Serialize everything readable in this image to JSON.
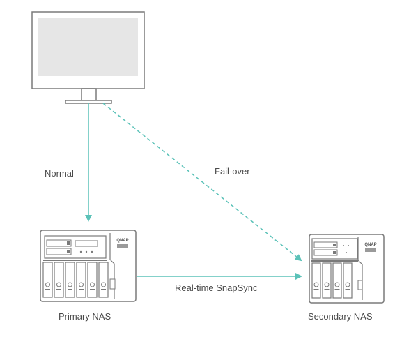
{
  "labels": {
    "normal": "Normal",
    "failover": "Fail-over",
    "realtime": "Real-time SnapSync",
    "primary": "Primary NAS",
    "secondary": "Secondary NAS"
  },
  "logos": {
    "primary_brand": "QNAP",
    "secondary_brand": "QNAP"
  },
  "colors": {
    "arrow": "#5bc2b8",
    "device_outline": "#7a7a7a",
    "screen_fill": "#e6e6e6"
  }
}
